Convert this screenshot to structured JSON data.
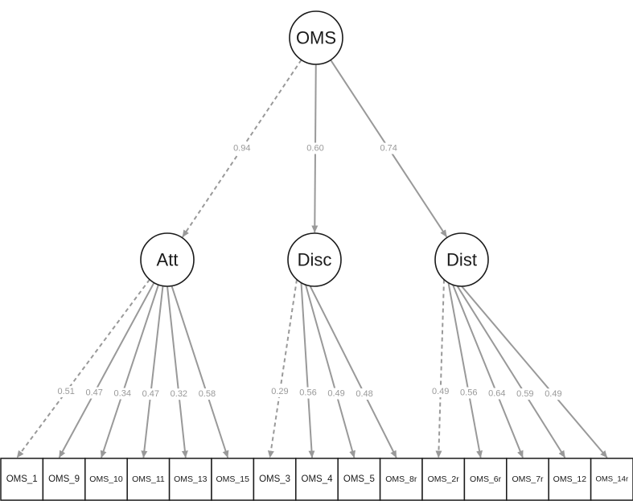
{
  "diagram": {
    "latent_top": {
      "id": "OMS",
      "label": "OMS"
    },
    "factors": [
      {
        "id": "Att",
        "label": "Att",
        "loading_from_top": "0.94",
        "first_fixed": true
      },
      {
        "id": "Disc",
        "label": "Disc",
        "loading_from_top": "0.60",
        "first_fixed": false
      },
      {
        "id": "Dist",
        "label": "Dist",
        "loading_from_top": "0.74",
        "first_fixed": false
      }
    ],
    "indicators": [
      {
        "label": "OMS_1",
        "factor": "Att",
        "loading": "0.51",
        "fixed": true
      },
      {
        "label": "OMS_9",
        "factor": "Att",
        "loading": "0.47",
        "fixed": false
      },
      {
        "label": "OMS_10",
        "factor": "Att",
        "loading": "0.34",
        "fixed": false
      },
      {
        "label": "OMS_11",
        "factor": "Att",
        "loading": "0.47",
        "fixed": false
      },
      {
        "label": "OMS_13",
        "factor": "Att",
        "loading": "0.32",
        "fixed": false
      },
      {
        "label": "OMS_15",
        "factor": "Att",
        "loading": "0.58",
        "fixed": false
      },
      {
        "label": "OMS_3",
        "factor": "Disc",
        "loading": "0.29",
        "fixed": true
      },
      {
        "label": "OMS_4",
        "factor": "Disc",
        "loading": "0.56",
        "fixed": false
      },
      {
        "label": "OMS_5",
        "factor": "Disc",
        "loading": "0.49",
        "fixed": false
      },
      {
        "label": "OMS_8r",
        "factor": "Disc",
        "loading": "0.48",
        "fixed": false
      },
      {
        "label": "OMS_2r",
        "factor": "Dist",
        "loading": "0.49",
        "fixed": true
      },
      {
        "label": "OMS_6r",
        "factor": "Dist",
        "loading": "0.56",
        "fixed": false
      },
      {
        "label": "OMS_7r",
        "factor": "Dist",
        "loading": "0.64",
        "fixed": false
      },
      {
        "label": "OMS_12",
        "factor": "Dist",
        "loading": "0.59",
        "fixed": false
      },
      {
        "label": "OMS_14r",
        "factor": "Dist",
        "loading": "0.49",
        "fixed": false
      }
    ]
  },
  "colors": {
    "edge": "#999999",
    "node_stroke": "#1a1a1a",
    "background": "#ffffff"
  }
}
